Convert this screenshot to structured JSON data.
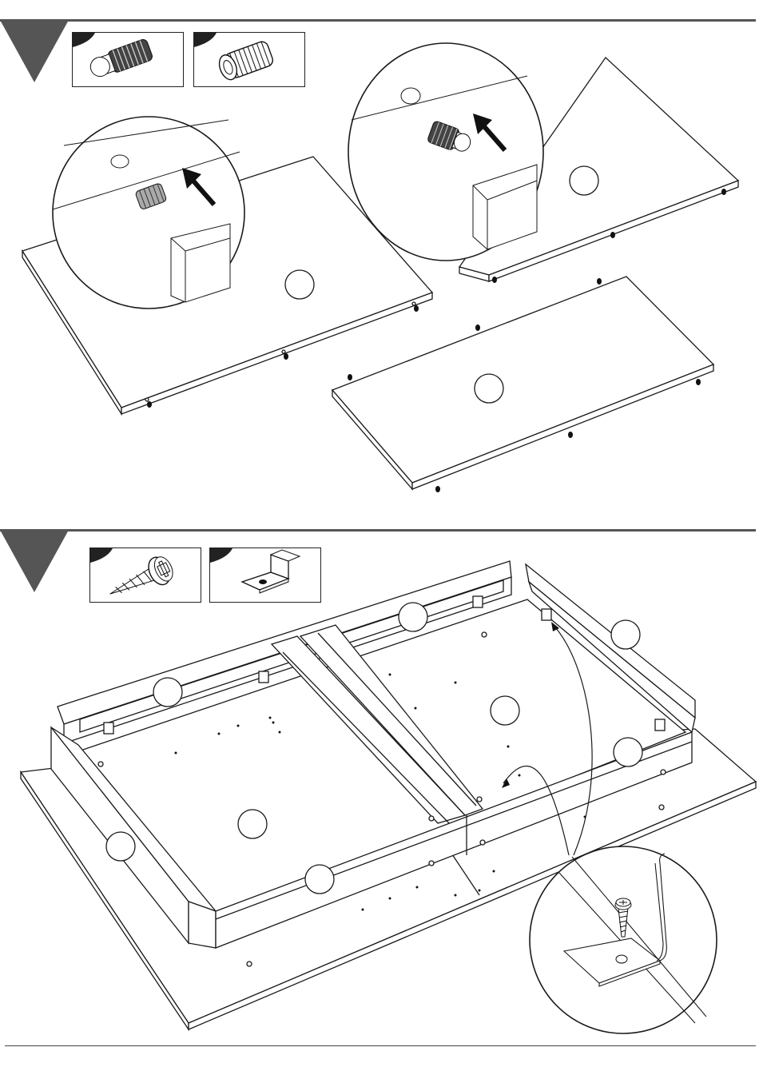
{
  "colors": {
    "step_badge": "#555555",
    "rule": "#555555",
    "line": "#1a1a1a",
    "panel_fill": "#ffffff",
    "part_fill": "#444444"
  },
  "steps": [
    {
      "id": "step-a",
      "parts": [
        {
          "name": "dowel-with-cam-tip",
          "icon": "dowel-cam-icon"
        },
        {
          "name": "threaded-insert",
          "icon": "threaded-insert-icon"
        }
      ],
      "callouts": [
        "insert-detail",
        "dowel-detail"
      ],
      "panels": 3
    },
    {
      "id": "step-b",
      "parts": [
        {
          "name": "screw",
          "icon": "screw-icon"
        },
        {
          "name": "z-bracket",
          "icon": "z-bracket-icon"
        }
      ],
      "callouts": [
        "bracket-screw-detail"
      ],
      "panels": 1
    }
  ]
}
